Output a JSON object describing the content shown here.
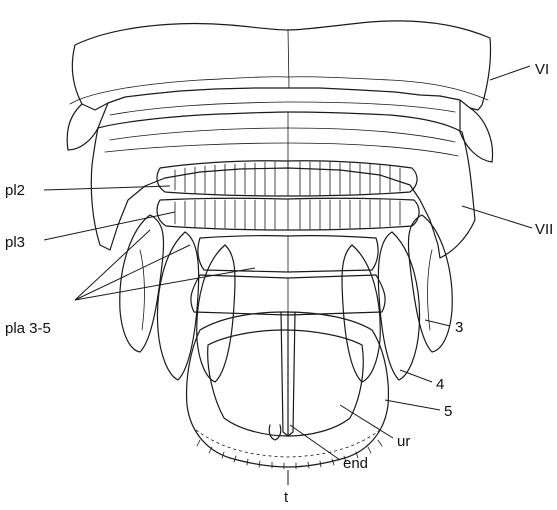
{
  "figure": {
    "labels": {
      "vi": "VI",
      "vii": "VII",
      "pl2": "pl2",
      "pl3": "pl3",
      "pla": "pla 3-5",
      "n3": "3",
      "n4": "4",
      "n5": "5",
      "ur": "ur",
      "end": "end",
      "t": "t"
    },
    "line_color": "#1a1a1a"
  }
}
